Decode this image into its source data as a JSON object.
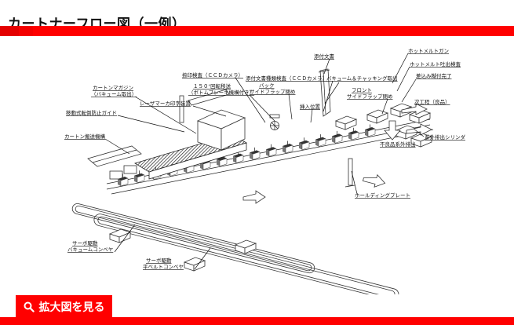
{
  "header": {
    "title": "カートナーフロー図（一例）"
  },
  "colors": {
    "accent_red": "#ff0000",
    "bar_segment_dark": "#e40000",
    "bar_segment_mid": "#f40000",
    "line_color": "#222222"
  },
  "diagram": {
    "labels": [
      {
        "name": "carton-magazine",
        "lines": [
          "カートンマガジン",
          "（バキューム取出）"
        ]
      },
      {
        "name": "movable-guide",
        "lines": [
          "移動式転倒防止ガイド"
        ]
      },
      {
        "name": "carton-transfer",
        "lines": [
          "カートン搬送機構"
        ]
      },
      {
        "name": "laser-marker",
        "lines": [
          "レーザマーカ印字装置"
        ]
      },
      {
        "name": "stamp-inspection",
        "lines": [
          "捺印検査（ＣＣＤカメラ）"
        ]
      },
      {
        "name": "rotary-transfer",
        "lines": [
          "１５０°回転移送",
          "（ボトムブレーキ機構付き）"
        ]
      },
      {
        "name": "insert-inspection",
        "lines": [
          "添付文書種類検査（ＣＣＤカメラ）"
        ]
      },
      {
        "name": "back-side-flap",
        "lines": [
          "バック",
          "サイドフラップ閉め"
        ]
      },
      {
        "name": "insert-position",
        "lines": [
          "挿入位置"
        ]
      },
      {
        "name": "package-insert",
        "lines": [
          "添付文書"
        ]
      },
      {
        "name": "vacuum-chucking",
        "lines": [
          "バキューム＆チャッキング取出"
        ]
      },
      {
        "name": "hotmelt-gun",
        "lines": [
          "ホットメルトガン"
        ]
      },
      {
        "name": "hotmelt-inspection",
        "lines": [
          "ホットメルト吐出検査"
        ]
      },
      {
        "name": "front-side-flap",
        "lines": [
          "フロント",
          "サイドフラップ閉め"
        ]
      },
      {
        "name": "tuck-glue-complete",
        "lines": [
          "差込み糊付完了"
        ]
      },
      {
        "name": "next-process-good",
        "lines": [
          "次工程（良品）"
        ]
      },
      {
        "name": "eject-cylinder",
        "lines": [
          "系外排出シリンダ"
        ]
      },
      {
        "name": "reject-discharge",
        "lines": [
          "不良品系外排出"
        ]
      },
      {
        "name": "holding-plate",
        "lines": [
          "ホールディングプレート"
        ]
      },
      {
        "name": "servo-vacuum-conveyor",
        "lines": [
          "サーボ駆動",
          "バキュームコンベヤ"
        ]
      },
      {
        "name": "servo-flat-belt",
        "lines": [
          "サーボ駆動",
          "平ベルトコンベヤ"
        ]
      }
    ]
  },
  "footer": {
    "zoom_button": {
      "label": "拡大図を見る",
      "icon": "magnifier-icon"
    }
  }
}
